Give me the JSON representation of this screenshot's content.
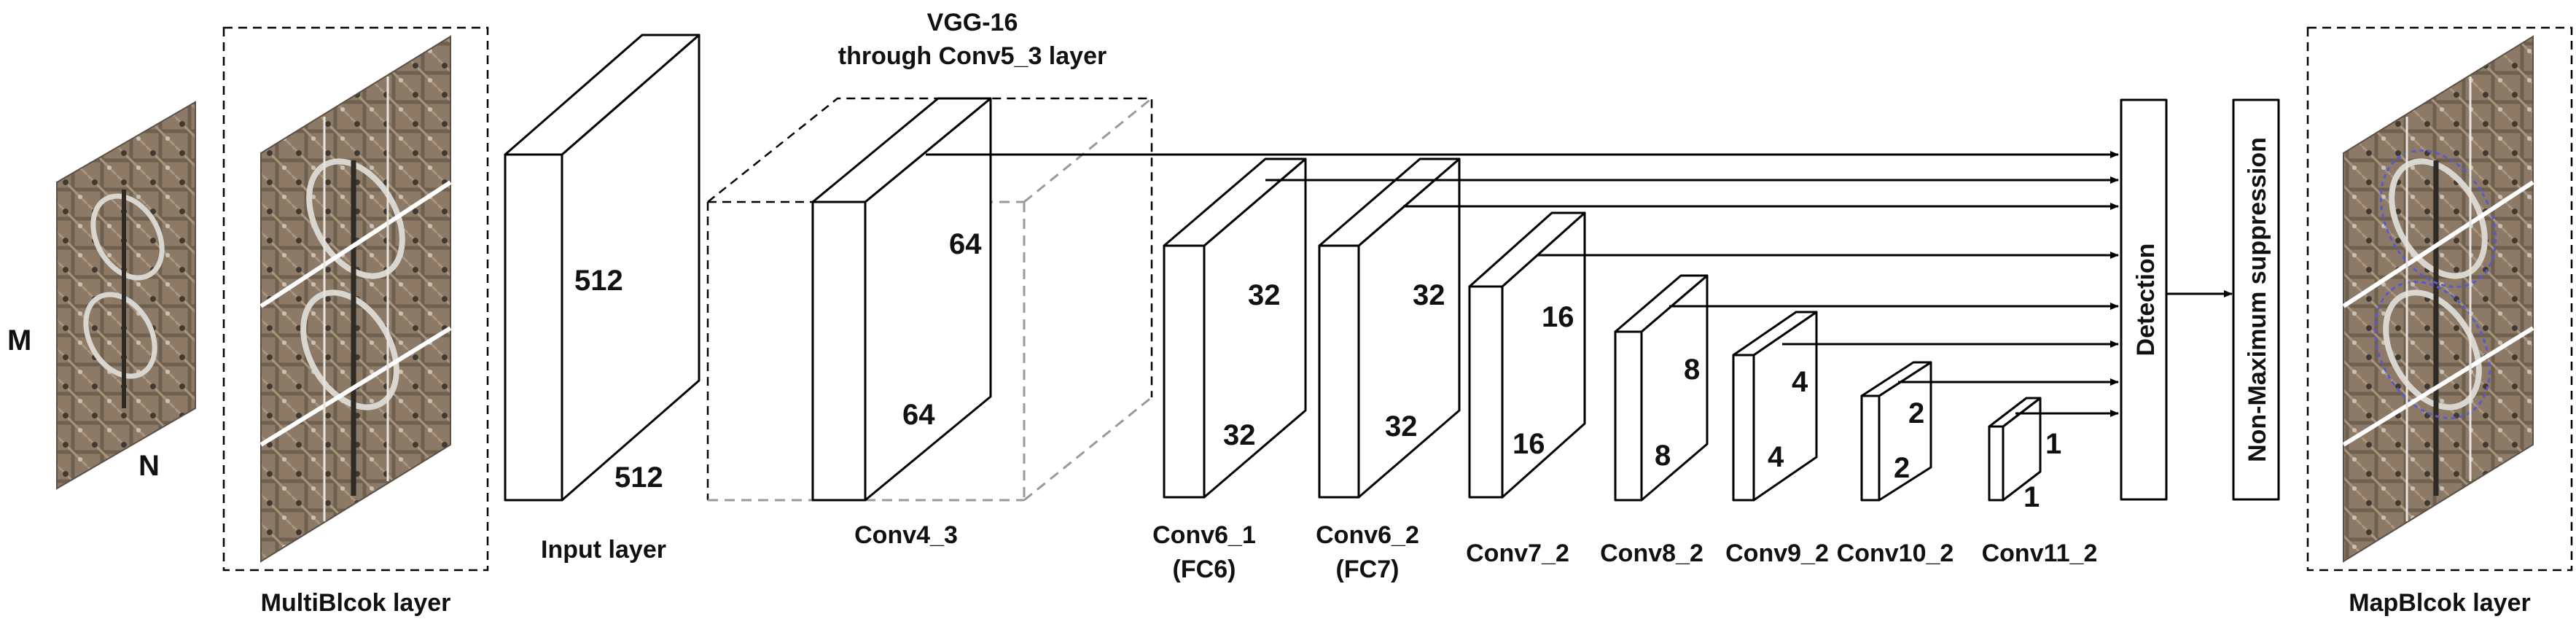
{
  "labels": {
    "vgg_line1": "VGG-16",
    "vgg_line2": "through Conv5_3 layer",
    "M": "M",
    "N": "N",
    "multiblock": "MultiBlcok layer",
    "input_layer": "Input layer",
    "conv4_3": "Conv4_3",
    "conv6_1": "Conv6_1",
    "fc6": "(FC6)",
    "conv6_2": "Conv6_2",
    "fc7": "(FC7)",
    "conv7_2": "Conv7_2",
    "conv8_2": "Conv8_2",
    "conv9_2": "Conv9_2",
    "conv10_2": "Conv10_2",
    "conv11_2": "Conv11_2",
    "detection": "Detection",
    "nms": "Non-Maximum suppression",
    "mapblock": "MapBlcok layer"
  },
  "dims": {
    "input_h": "512",
    "input_w": "512",
    "conv4_h": "64",
    "conv4_w": "64",
    "conv6_1_h": "32",
    "conv6_1_w": "32",
    "conv6_2_h": "32",
    "conv6_2_w": "32",
    "conv7_h": "16",
    "conv7_w": "16",
    "conv8_h": "8",
    "conv8_w": "8",
    "conv9_h": "4",
    "conv9_w": "4",
    "conv10_h": "2",
    "conv10_w": "2",
    "conv11_h": "1",
    "conv11_w": "1"
  },
  "colors": {
    "image_base": "#8c7a66",
    "image_dark": "#3f3a34",
    "image_light": "#d9d5cf",
    "detection_blue": "#5a5ad0"
  }
}
